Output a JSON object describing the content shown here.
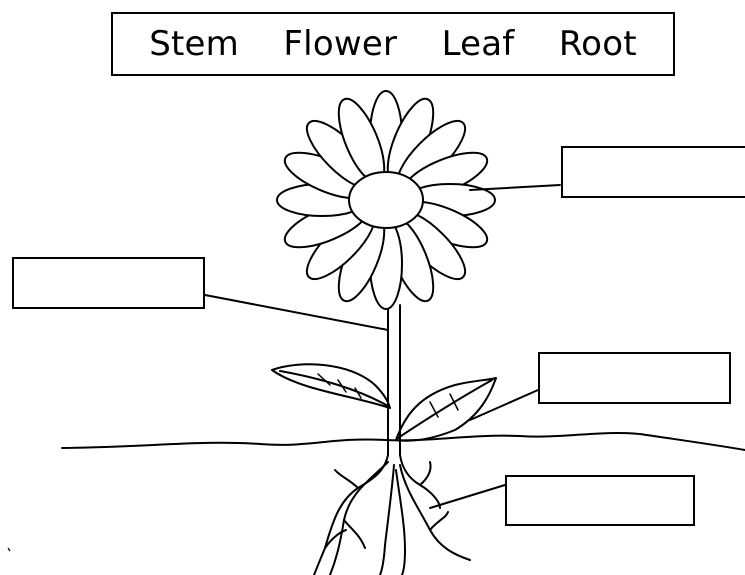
{
  "word_bank": {
    "words": [
      "Stem",
      "Flower",
      "Leaf",
      "Root"
    ]
  },
  "label_boxes": {
    "flower": "",
    "stem": "",
    "leaf": "",
    "root": ""
  },
  "colors": {
    "line": "#000000",
    "background": "#ffffff"
  }
}
